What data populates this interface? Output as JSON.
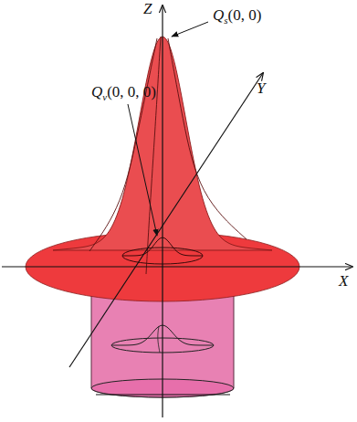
{
  "diagram": {
    "labels": [
      "Z",
      "Qs(0, 0)",
      "Y",
      "Qv(0, 0, 0)",
      "X"
    ]
  }
}
